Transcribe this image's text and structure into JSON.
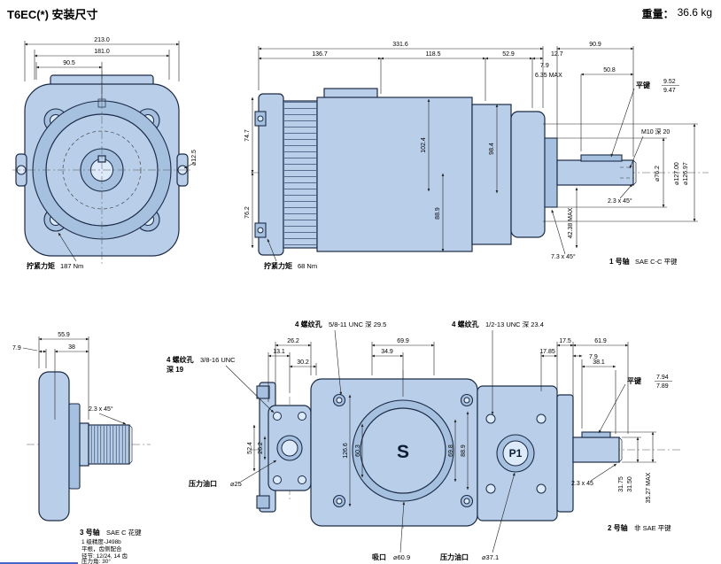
{
  "header": {
    "title": "T6EC(*) 安装尺寸",
    "weight_label": "重量：",
    "weight_value": "36.6 kg"
  },
  "front_view": {
    "dim_213": "213.0",
    "dim_181": "181.0",
    "dim_90_5": "90.5",
    "dim_hole_dia": "⌀12.5",
    "torque_label": "拧紧力矩",
    "torque_value": "187 Nm"
  },
  "side_view": {
    "dim_331_6": "331.6",
    "dim_136_7": "136.7",
    "dim_118_5": "118.5",
    "dim_52_9": "52.9",
    "dim_12_7": "12.7",
    "dim_7_9": "7.9",
    "dim_6_35_max": "6.35 MAX",
    "dim_90_9": "90.9",
    "dim_50_8": "50.8",
    "dim_74_7": "74.7",
    "dim_76_2": "76.2",
    "dim_102_4": "102.4",
    "dim_98_4": "98.4",
    "dim_88_9": "88.9",
    "key_label": "平键",
    "key_upper": "9.52",
    "key_lower": "9.47",
    "tap_hole": "M10 深 20",
    "dia_76_2": "⌀76.2",
    "dia_127_upper": "⌀127.00",
    "dia_127_lower": "⌀126.97",
    "chamfer_2_3": "2.3 x 45°",
    "max_42_38": "42.38 MAX",
    "chamfer_7_3": "7.3 x 45°",
    "torque_label": "拧紧力矩",
    "torque_value": "68 Nm",
    "shaft_label": "1 号轴",
    "shaft_desc": "SAE C-C 平键"
  },
  "shaft3_view": {
    "dim_55_9": "55.9",
    "dim_7_9": "7.9",
    "dim_38": "38",
    "chamfer": "2.3 x 45°",
    "shaft_label": "3 号轴",
    "shaft_desc": "SAE C 花键",
    "note_1": "1 级精度-J498b",
    "note_2": "平根，齿侧配合",
    "note_3": "径节: 12/24, 14 齿",
    "note_4": "压力角: 30°"
  },
  "top_view": {
    "thread_1_prefix": "4 螺纹孔",
    "thread_1_spec": "5/8-11 UNC 深 29.5",
    "thread_2_prefix": "4 螺纹孔",
    "thread_2_spec": "1/2-13 UNC 深 23.4",
    "thread_3_prefix": "4 螺纹孔",
    "thread_3_spec": "3/8-16 UNC",
    "thread_3_depth": "深 19",
    "dim_26_2_top": "26.2",
    "dim_13_1": "13.1",
    "dim_30_2": "30.2",
    "dim_69_9": "69.9",
    "dim_34_9": "34.9",
    "dim_17_5": "17.5",
    "dim_61_9": "61.9",
    "dim_17_85": "17.85",
    "dim_7_9": "7.9",
    "dim_38_1": "38.1",
    "dim_52_4": "52.4",
    "dim_26_2_left": "26.2",
    "dim_126_6": "126.6",
    "dim_60_3": "60.3",
    "dim_69_8": "69.8",
    "dim_88_9": "88.9",
    "port_s": "S",
    "port_p1": "P1",
    "pressure_port_label": "压力油口",
    "pressure_port_dia": "⌀25",
    "suction_label": "吸口",
    "suction_dia": "⌀60.9",
    "pressure_port2_label": "压力油口",
    "pressure_port2_dia": "⌀37.1",
    "key_label": "平键",
    "key_upper": "7.94",
    "key_lower": "7.89",
    "chamfer": "2.3 x 45",
    "dia_31_upper": "31.75",
    "dia_31_lower": "31.50",
    "max_35_27": "35.27 MAX",
    "shaft_label": "2 号轴",
    "shaft_desc": "非 SAE 平键"
  }
}
